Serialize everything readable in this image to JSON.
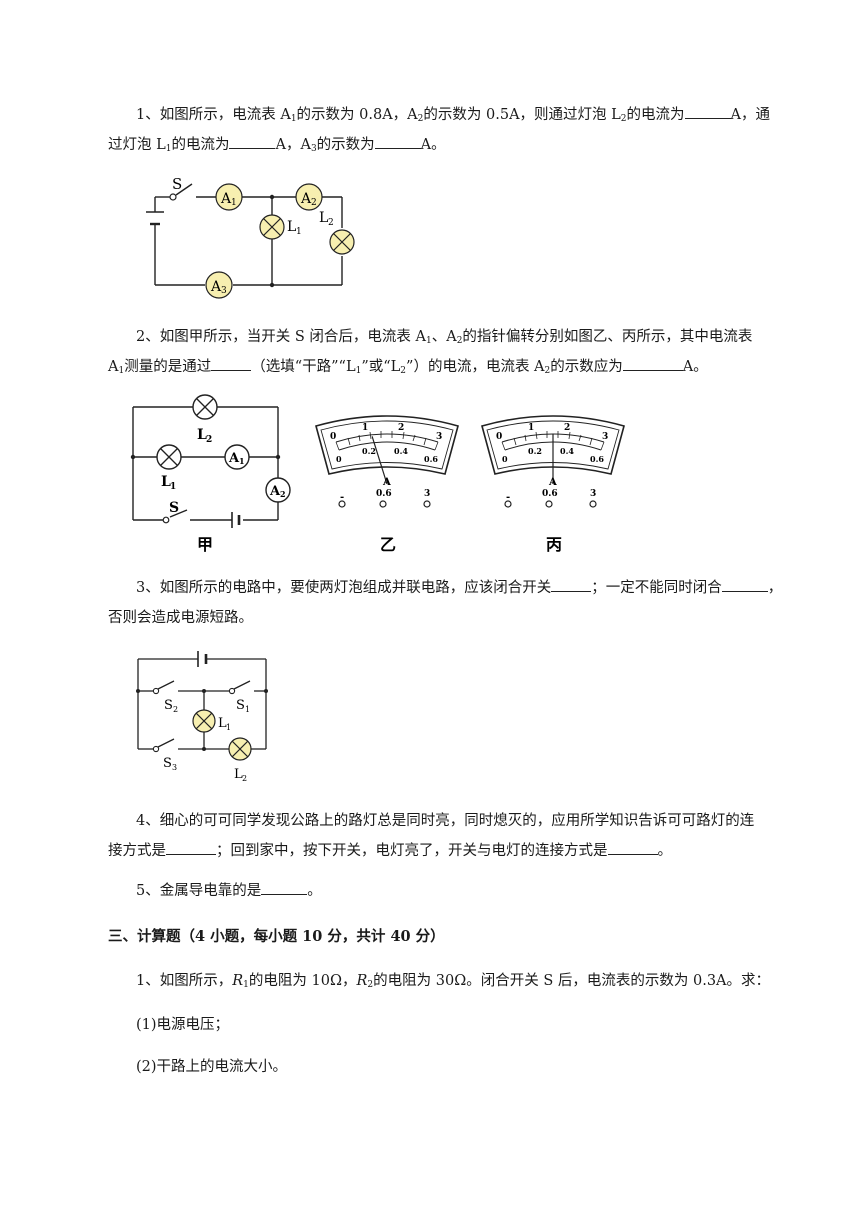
{
  "q1": {
    "l1": {
      "t1": "1、如图所示，电流表 A",
      "s1": "1",
      "t2": "的示数为 0.8A，A",
      "s2": "2",
      "t3": "的示数为 0.5A，则通过灯泡 L",
      "s3": "2",
      "t4": "的电流为",
      "t5": "A，通"
    },
    "l2": {
      "t1": "过灯泡 L",
      "s1": "1",
      "t2": "的电流为",
      "t3": "A，A",
      "s2": "3",
      "t4": "的示数为",
      "t5": "A。"
    },
    "fig": {
      "S": "S",
      "A": "A",
      "A1": "1",
      "A2": "2",
      "A3": "3",
      "L": "L",
      "L1": "1",
      "L2": "2"
    }
  },
  "q2": {
    "l1": {
      "t1": "2、如图甲所示，当开关 S 闭合后，电流表 A",
      "s1": "1",
      "t2": "、A",
      "s2": "2",
      "t3": "的指针偏转分别如图乙、丙所示，其中电流表"
    },
    "l2": {
      "t1": "A",
      "s1": "1",
      "t2": "测量的是通过",
      "t3": "（选填“干路”“L",
      "s2": "1",
      "t4": "”或“L",
      "s3": "2",
      "t5": "”）的电流，电流表 A",
      "s4": "2",
      "t6": "的示数应为",
      "t7": "A。"
    },
    "fig": {
      "L": "L",
      "L1": "1",
      "L2": "2",
      "A": "A",
      "A1": "1",
      "A2": "2",
      "S": "S",
      "cap_jia": "甲",
      "cap_yi": "乙",
      "cap_bing": "丙",
      "top_ticks": [
        "0",
        "1",
        "2",
        "3"
      ],
      "bottom_ticks": [
        "0",
        "0.2",
        "0.4",
        "0.6"
      ],
      "meter_A": "A",
      "term_minus": "-",
      "term_06": "0.6",
      "term_3": "3",
      "needle_yi": 0.2,
      "needle_bing": 0.3
    }
  },
  "q3": {
    "l1": {
      "t1": "3、如图所示的电路中，要使两灯泡组成并联电路，应该闭合开关",
      "t2": "；一定不能同时闭合",
      "t3": "，"
    },
    "l2": {
      "t1": "否则会造成电源短路。"
    },
    "fig": {
      "S": "S",
      "S1": "1",
      "S2": "2",
      "S3": "3",
      "L": "L",
      "L1": "1",
      "L2": "2"
    }
  },
  "q4": {
    "l1": {
      "t1": "4、细心的可可同学发现公路上的路灯总是同时亮，同时熄灭的，应用所学知识告诉可可路灯的连"
    },
    "l2": {
      "t1": "接方式是",
      "t2": "；回到家中，按下开关，电灯亮了，开关与电灯的连接方式是",
      "t3": "。"
    }
  },
  "q5": {
    "t1": "5、金属导电靠的是",
    "t2": "。"
  },
  "section3": {
    "title": "三、计算题（4 小题，每小题 10 分，共计 40 分）"
  },
  "calc1": {
    "l1": {
      "t1": "1、如图所示，",
      "r1": "R",
      "r1s": "1",
      "t2": "的电阻为 10Ω，",
      "r2": "R",
      "r2s": "2",
      "t3": "的电阻为 30Ω。闭合开关 S 后，电流表的示数为 0.3A。求："
    },
    "p1": "(1)电源电压；",
    "p2": "(2)干路上的电流大小。"
  }
}
